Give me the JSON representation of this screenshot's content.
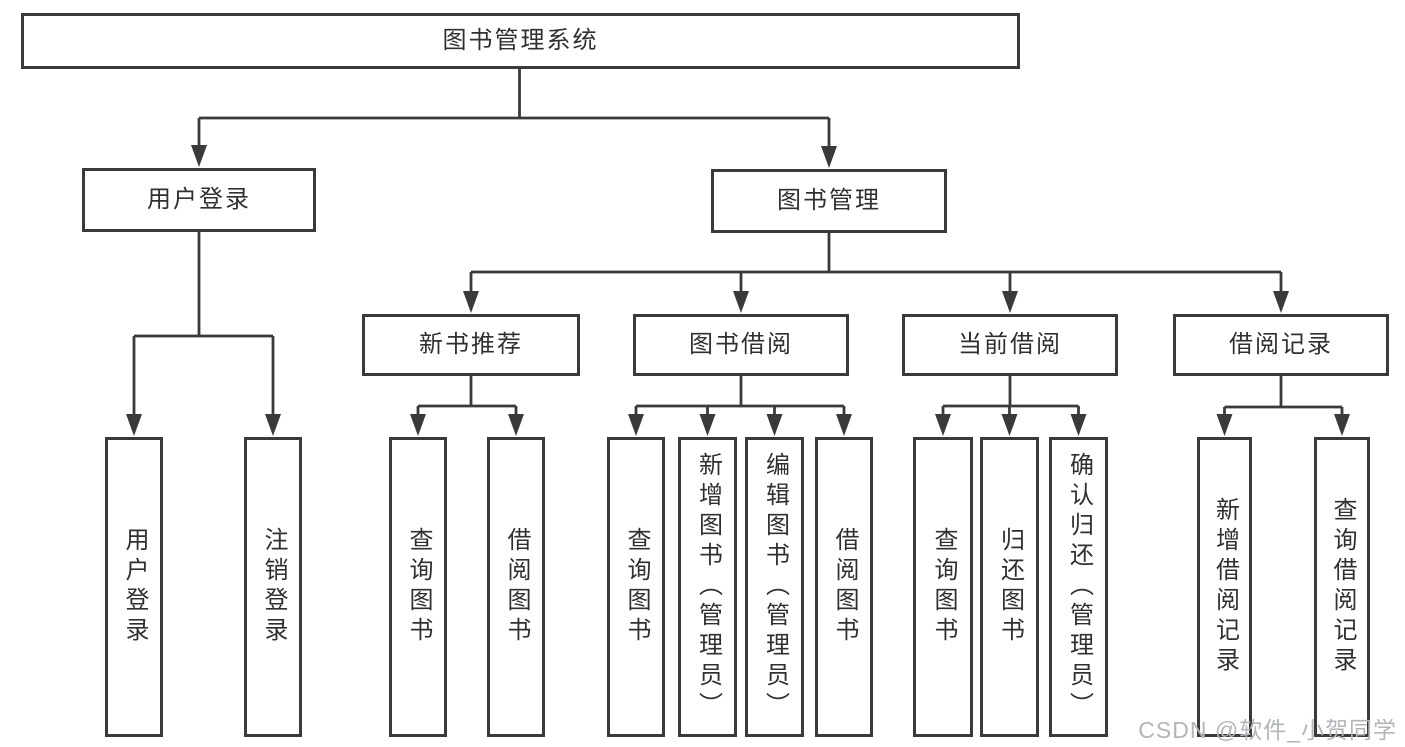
{
  "colors": {
    "line": "#3a3a3a",
    "box_border": "#3a3a3a",
    "box_background": "#ffffff",
    "text": "#303030",
    "watermark": "#b2b5ba",
    "page_background": "#ffffff"
  },
  "tree": {
    "root": {
      "label": "图书管理系统"
    },
    "branches": [
      {
        "label": "用户登录",
        "children": [
          {
            "label": "用户登录"
          },
          {
            "label": "注销登录"
          }
        ]
      },
      {
        "label": "图书管理",
        "children": [
          {
            "label": "新书推荐",
            "children": [
              {
                "label": "查询图书"
              },
              {
                "label": "借阅图书"
              }
            ]
          },
          {
            "label": "图书借阅",
            "children": [
              {
                "label": "查询图书"
              },
              {
                "label": "新增图书（管理员）"
              },
              {
                "label": "编辑图书（管理员）"
              },
              {
                "label": "借阅图书"
              }
            ]
          },
          {
            "label": "当前借阅",
            "children": [
              {
                "label": "查询图书"
              },
              {
                "label": "归还图书"
              },
              {
                "label": "确认归还（管理员）"
              }
            ]
          },
          {
            "label": "借阅记录",
            "children": [
              {
                "label": "新增借阅记录"
              },
              {
                "label": "查询借阅记录"
              }
            ]
          }
        ]
      }
    ]
  },
  "watermark": {
    "text": "CSDN @软件_小贺同学"
  }
}
